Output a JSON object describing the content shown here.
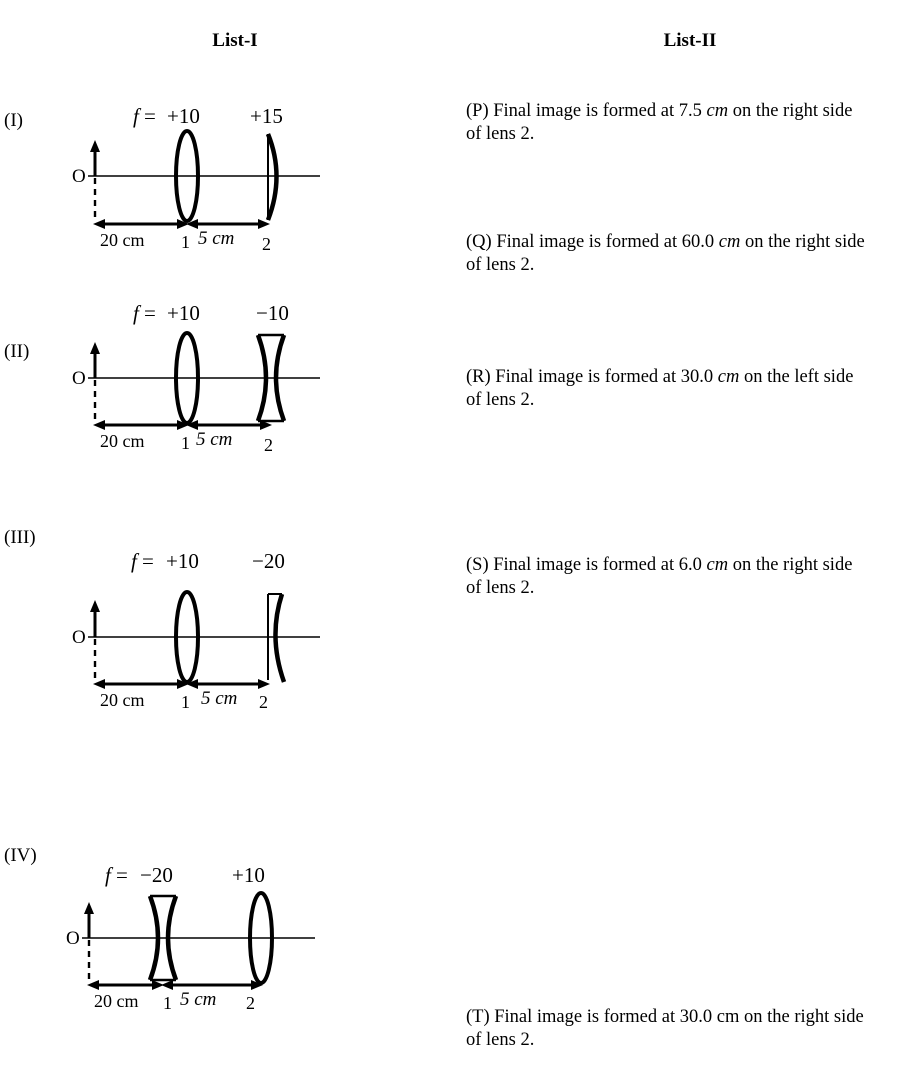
{
  "headers": {
    "list1": "List-I",
    "list2": "List-II"
  },
  "list1": {
    "items": [
      {
        "label": "(I)",
        "f_prefix": "f=",
        "lens1_power": "+10",
        "lens2_power": "+15",
        "lens1_type": "biconvex",
        "lens2_type": "plano-convex",
        "object_label": "O",
        "dim1_value": "20 cm",
        "dim2_value": "5 cm",
        "lens1_number": "1",
        "lens2_number": "2"
      },
      {
        "label": "(II)",
        "f_prefix": "f=",
        "lens1_power": "+10",
        "lens2_power": "−10",
        "lens1_type": "biconvex",
        "lens2_type": "biconcave",
        "object_label": "O",
        "dim1_value": "20 cm",
        "dim2_value": "5 cm",
        "lens1_number": "1",
        "lens2_number": "2"
      },
      {
        "label": "(III)",
        "f_prefix": "f=",
        "lens1_power": "+10",
        "lens2_power": "−20",
        "lens1_type": "biconvex",
        "lens2_type": "plano-concave",
        "object_label": "O",
        "dim1_value": "20 cm",
        "dim2_value": "5 cm",
        "lens1_number": "1",
        "lens2_number": "2"
      },
      {
        "label": "(IV)",
        "f_prefix": "f=",
        "lens1_power": "−20",
        "lens2_power": "+10",
        "lens1_type": "biconcave",
        "lens2_type": "biconvex",
        "object_label": "O",
        "dim1_value": "20 cm",
        "dim2_value": "5 cm",
        "lens1_number": "1",
        "lens2_number": "2"
      }
    ]
  },
  "list2": {
    "items": [
      {
        "label": "(P)",
        "text_before": "Final image is formed at 7.5",
        "unit": "cm",
        "text_after": "on the right side of lens 2."
      },
      {
        "label": "(Q)",
        "text_before": "Final image is formed at 60.0",
        "unit": "cm",
        "text_after": "on the right side of lens 2."
      },
      {
        "label": "(R)",
        "text_before": "Final image is formed at 30.0",
        "unit": "cm",
        "text_after": "on the left side of lens 2."
      },
      {
        "label": "(S)",
        "text_before": "Final image is formed at 6.0",
        "unit": "cm",
        "text_after": "on the right side of lens 2."
      },
      {
        "label": "(T)",
        "text_before": "Final image is formed at 30.0",
        "unit": "cm",
        "text_after": "on the right side of lens 2."
      }
    ]
  },
  "colors": {
    "ink": "#000000",
    "paper": "#ffffff"
  }
}
